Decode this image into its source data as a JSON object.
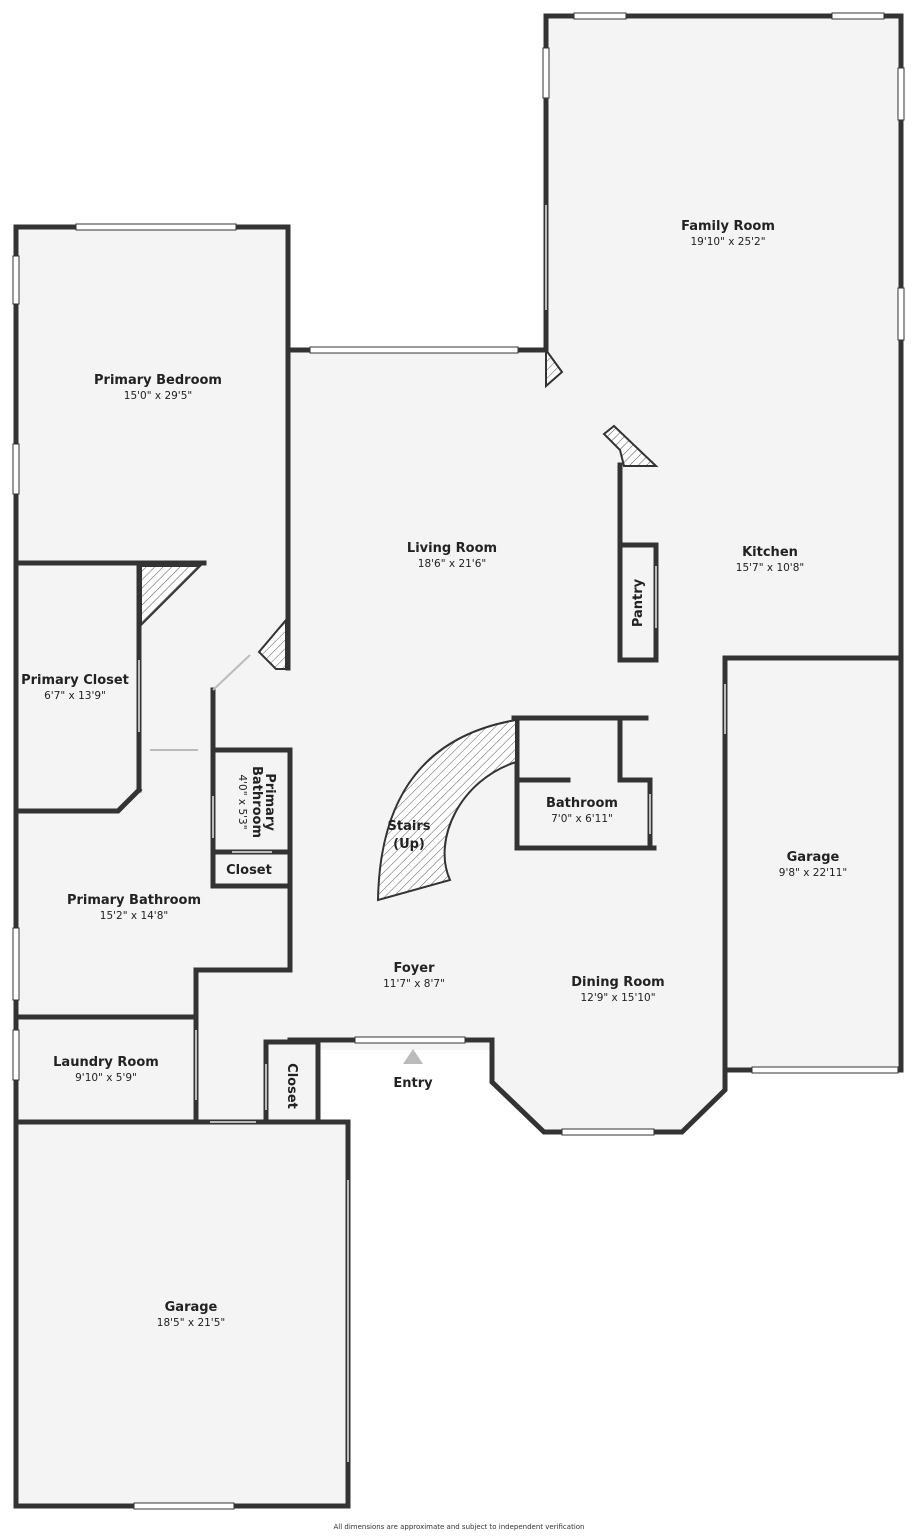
{
  "rooms": {
    "family_room": {
      "name": "Family Room",
      "dims": "19'10\" x 25'2\""
    },
    "primary_bedroom": {
      "name": "Primary Bedroom",
      "dims": "15'0\" x 29'5\""
    },
    "living_room": {
      "name": "Living Room",
      "dims": "18'6\" x 21'6\""
    },
    "kitchen": {
      "name": "Kitchen",
      "dims": "15'7\" x 10'8\""
    },
    "pantry": {
      "name": "Pantry"
    },
    "primary_closet": {
      "name": "Primary Closet",
      "dims": "6'7\" x 13'9\""
    },
    "primary_bathroom_small": {
      "name_line1": "Primary",
      "name_line2": "Bathroom",
      "dims": "4'0\" x 5'3\""
    },
    "bathroom": {
      "name": "Bathroom",
      "dims": "7'0\" x 6'11\""
    },
    "stairs": {
      "name_line1": "Stairs",
      "name_line2": "(Up)"
    },
    "closet_primary": {
      "name": "Closet"
    },
    "garage_right": {
      "name": "Garage",
      "dims": "9'8\" x 22'11\""
    },
    "primary_bathroom": {
      "name": "Primary Bathroom",
      "dims": "15'2\" x 14'8\""
    },
    "foyer": {
      "name": "Foyer",
      "dims": "11'7\" x 8'7\""
    },
    "dining_room": {
      "name": "Dining Room",
      "dims": "12'9\" x 15'10\""
    },
    "laundry_room": {
      "name": "Laundry Room",
      "dims": "9'10\" x 5'9\""
    },
    "closet_entry": {
      "name": "Closet"
    },
    "entry": {
      "name": "Entry"
    },
    "garage_left": {
      "name": "Garage",
      "dims": "18'5\" x 21'5\""
    }
  },
  "disclaimer": "All dimensions are approximate and subject to independent verification"
}
